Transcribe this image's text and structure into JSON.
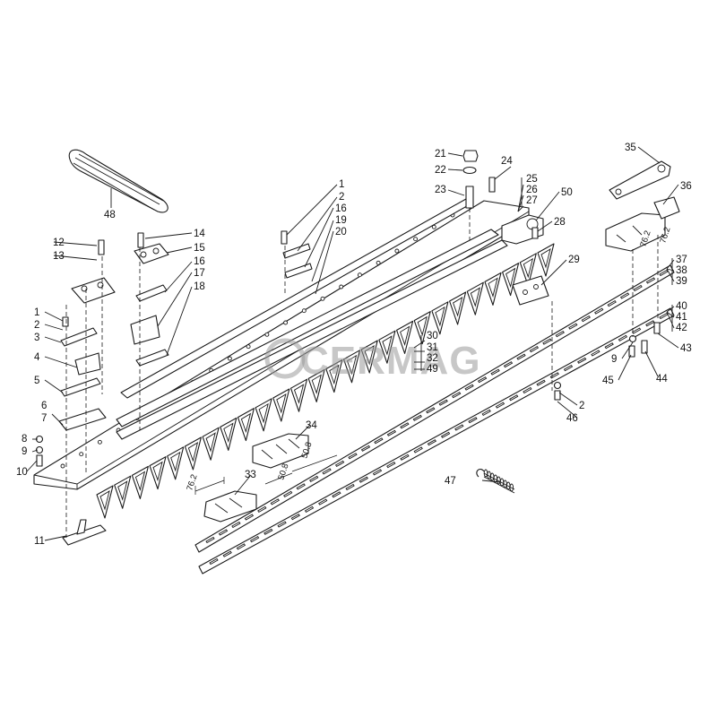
{
  "diagram": {
    "watermark": "CERMAG",
    "callouts": [
      "1",
      "2",
      "3",
      "4",
      "5",
      "6",
      "7",
      "8",
      "9",
      "10",
      "11",
      "12",
      "13",
      "14",
      "15",
      "16",
      "17",
      "18",
      "19",
      "20",
      "21",
      "22",
      "23",
      "24",
      "25",
      "26",
      "27",
      "28",
      "29",
      "30",
      "31",
      "32",
      "33",
      "34",
      "35",
      "36",
      "37",
      "38",
      "39",
      "40",
      "41",
      "42",
      "43",
      "44",
      "45",
      "46",
      "47",
      "48",
      "49",
      "50"
    ],
    "dimensions": [
      "76.2",
      "50.8"
    ],
    "colors": {
      "line": "#1a1a1a",
      "watermark": "#9a9a9a",
      "background": "#ffffff"
    }
  }
}
